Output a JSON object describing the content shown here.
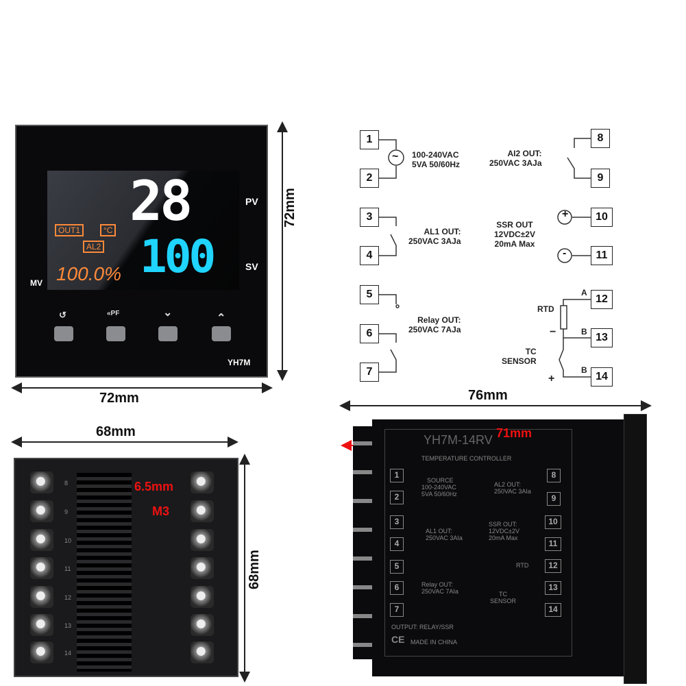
{
  "front": {
    "pv": "28",
    "sv": "100",
    "pv_label": "PV",
    "sv_label": "SV",
    "mv_label": "MV",
    "mv_value": "100.0%",
    "out1": "OUT1",
    "celsius": "°C",
    "al2": "AL2",
    "model": "YH7M",
    "keys": [
      "↺",
      "«PF",
      "⌄",
      "⌃"
    ],
    "width_dim": "72mm",
    "height_dim": "72mm"
  },
  "wiring": {
    "terminals": [
      "1",
      "2",
      "3",
      "4",
      "5",
      "6",
      "7",
      "8",
      "9",
      "10",
      "11",
      "12",
      "13",
      "14"
    ],
    "source": "100-240VAC\n5VA 50/60Hz",
    "al1": "AL1 OUT:\n250VAC 3AJa",
    "relay": "Relay OUT:\n250VAC 7AJa",
    "al2": "AI2 OUT:\n250VAC 3AJa",
    "ssr": "SSR OUT\n12VDC±2V\n20mA Max",
    "rtd": "RTD",
    "tc": "TC\nSENSOR",
    "A": "A",
    "B1": "B",
    "B2": "B",
    "plus": "+",
    "minus": "−",
    "plus_sym": "+",
    "minus_sym": "-",
    "ac_sym": "~"
  },
  "back": {
    "width_dim": "68mm",
    "height_dim": "68mm",
    "screw_pitch": "6.5mm",
    "screw_size": "M3",
    "row_numbers": [
      "8",
      "9",
      "10",
      "11",
      "12",
      "13",
      "14"
    ]
  },
  "side": {
    "depth_dim": "76mm",
    "body_dim": "71mm",
    "model": "YH7M-14RV",
    "title": "TEMPERATURE CONTROLLER",
    "source_label": "SOURCE",
    "source": "100-240VAC\n5VA 50/60Hz",
    "al2": "AL2 OUT:\n250VAC 3AIa",
    "al1": "AL1 OUT:\n250VAC 3AIa",
    "ssr": "SSR OUT:\n12VDC±2V\n20mA Max",
    "relay": "Relay OUT:\n250VAC 7AIa",
    "rtd": "RTD",
    "tc": "TC\nSENSOR",
    "output": "OUTPUT: RELAY/SSR",
    "made": "MADE IN CHINA",
    "ce": "CE"
  }
}
